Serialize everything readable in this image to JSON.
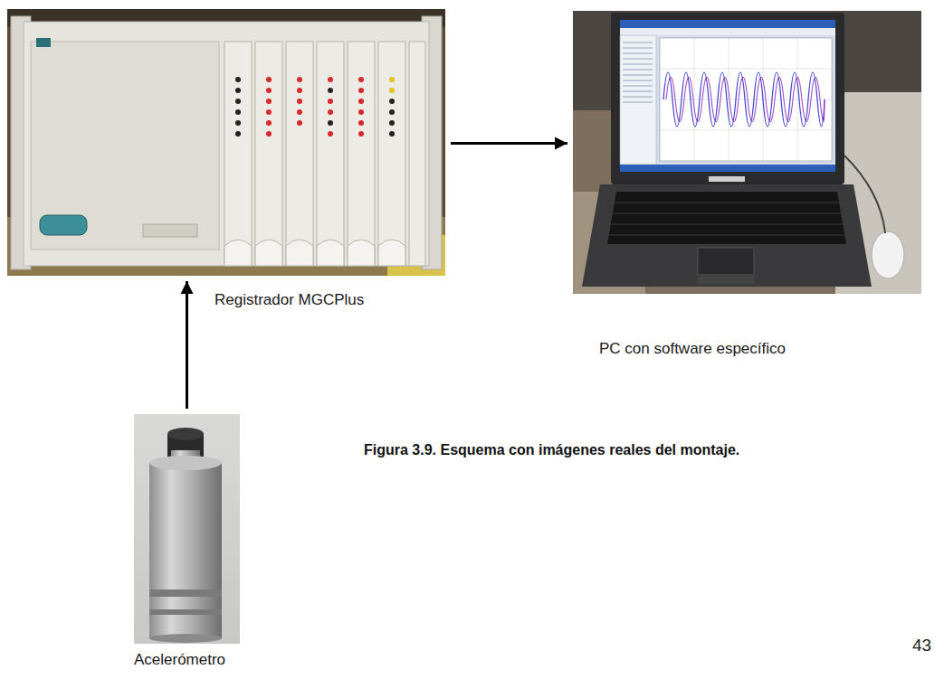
{
  "diagram": {
    "caption": "Figura 3.9. Esquema con imágenes reales del montaje.",
    "nodes": [
      {
        "text": [
          "Registrador MGCPlus"
        ]
      },
      {
        "text": [
          "PC con software específico"
        ]
      },
      {
        "text": [
          "Acelerómetro"
        ]
      }
    ],
    "edges": [
      {
        "from": 2,
        "to": 0,
        "arrow": "to"
      },
      {
        "from": 0,
        "to": 1,
        "arrow": "to"
      }
    ],
    "labels": [
      "43"
    ]
  }
}
